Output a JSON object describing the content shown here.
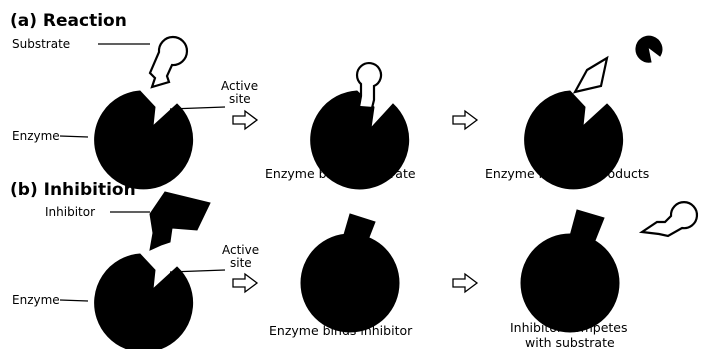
{
  "reaction": {
    "heading": "(a) Reaction",
    "substrate_label": "Substrate",
    "active_site_line1": "Active",
    "active_site_line2": "site",
    "enzyme_label": "Enzyme",
    "caption_binds": "Enzyme binds substrate",
    "caption_releases": "Enzyme releases products"
  },
  "inhibition": {
    "heading": "(b) Inhibition",
    "inhibitor_label": "Inhibitor",
    "active_site_line1": "Active",
    "active_site_line2": "site",
    "enzyme_label": "Enzyme",
    "caption_binds": "Enzyme binds inhibitor",
    "caption_competes_line1": "Inhibitor competes",
    "caption_competes_line2": "with substrate"
  },
  "icons": {
    "enzyme": "enzyme-icon",
    "substrate": "substrate-icon",
    "product": "product-icon",
    "inhibitor": "inhibitor-icon",
    "step_arrow": "right-arrow-icon"
  },
  "colors": {
    "enzyme": "#000000",
    "substrate": "#ffffff",
    "outline": "#000000"
  }
}
